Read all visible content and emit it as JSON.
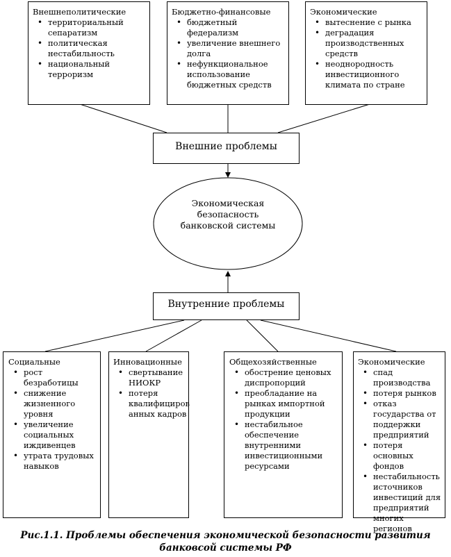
{
  "external": {
    "label": "Внешние проблемы",
    "groups": [
      {
        "title": "Внешнеполитические",
        "items": [
          "территориальный сепаратизм",
          "политическая нестабильность",
          "национальный терроризм"
        ]
      },
      {
        "title": "Бюджетно-финансовые",
        "items": [
          "бюджетный федерализм",
          "увеличение внешнего долга",
          "нефункциональное использование бюджетных средств"
        ]
      },
      {
        "title": "Экономические",
        "items": [
          "вытеснение с рынка",
          "деградация производственных средств",
          "неоднородность инвестиционного климата по стране"
        ]
      }
    ]
  },
  "center": {
    "label_lines": [
      "Экономическая",
      "безопасность",
      "банковской системы"
    ]
  },
  "internal": {
    "label": "Внутренние проблемы",
    "groups": [
      {
        "title": "Социальные",
        "items": [
          "рост безработицы",
          "снижение жизненного уровня",
          "увеличение социальных иждивенцев",
          "утрата трудовых навыков"
        ]
      },
      {
        "title": "Инновационные",
        "items": [
          "свертывание НИОКР",
          "потеря квалифициров анных кадров"
        ]
      },
      {
        "title": "Общехозяйственные",
        "items": [
          "обострение ценовых диспропорций",
          "преобладание на рынках импортной продукции",
          "нестабильное обеспечение внутренними инвестиционными ресурсами"
        ]
      },
      {
        "title": "Экономические",
        "items": [
          "спад производства",
          "потеря рынков",
          "отказ государства от поддержки предприятий",
          "потеря основных фондов",
          "нестабильность источников инвестиций для предприятий многих регионов"
        ]
      }
    ]
  },
  "caption": {
    "line1": "Рис.1.1. Проблемы обеспечения экономической безопасности развития",
    "line2": "банковсой системы РФ"
  }
}
